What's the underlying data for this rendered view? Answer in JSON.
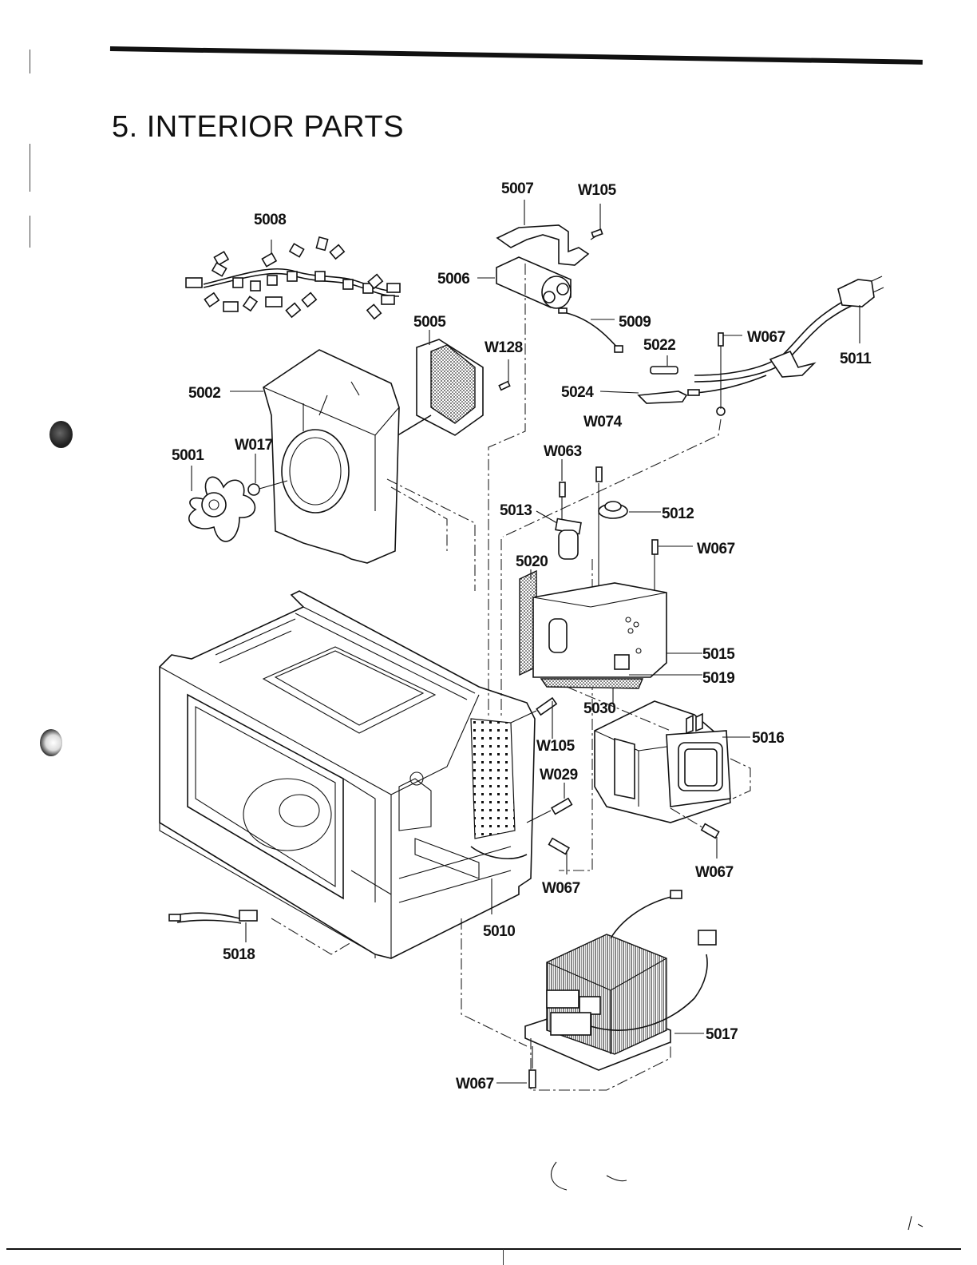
{
  "page": {
    "title": "5. INTERIOR PARTS"
  },
  "diagram": {
    "type": "exploded-parts-view",
    "subject": "microwave oven interior parts",
    "callouts": {
      "p5001": "5001",
      "p5002": "5002",
      "p5005": "5005",
      "p5006": "5006",
      "p5007": "5007",
      "p5008": "5008",
      "p5009": "5009",
      "p5010": "5010",
      "p5011": "5011",
      "p5012": "5012",
      "p5013": "5013",
      "p5015": "5015",
      "p5016": "5016",
      "p5017": "5017",
      "p5018": "5018",
      "p5019": "5019",
      "p5020": "5020",
      "p5022": "5022",
      "p5024": "5024",
      "p5030": "5030",
      "w105_top": "W105",
      "w128": "W128",
      "w067_cord": "W067",
      "w074": "W074",
      "w063": "W063",
      "w017": "W017",
      "w067_mid": "W067",
      "w105_cavity": "W105",
      "w029": "W029",
      "w067_magnetron": "W067",
      "w067_cavity": "W067",
      "w067_transformer": "W067"
    }
  }
}
